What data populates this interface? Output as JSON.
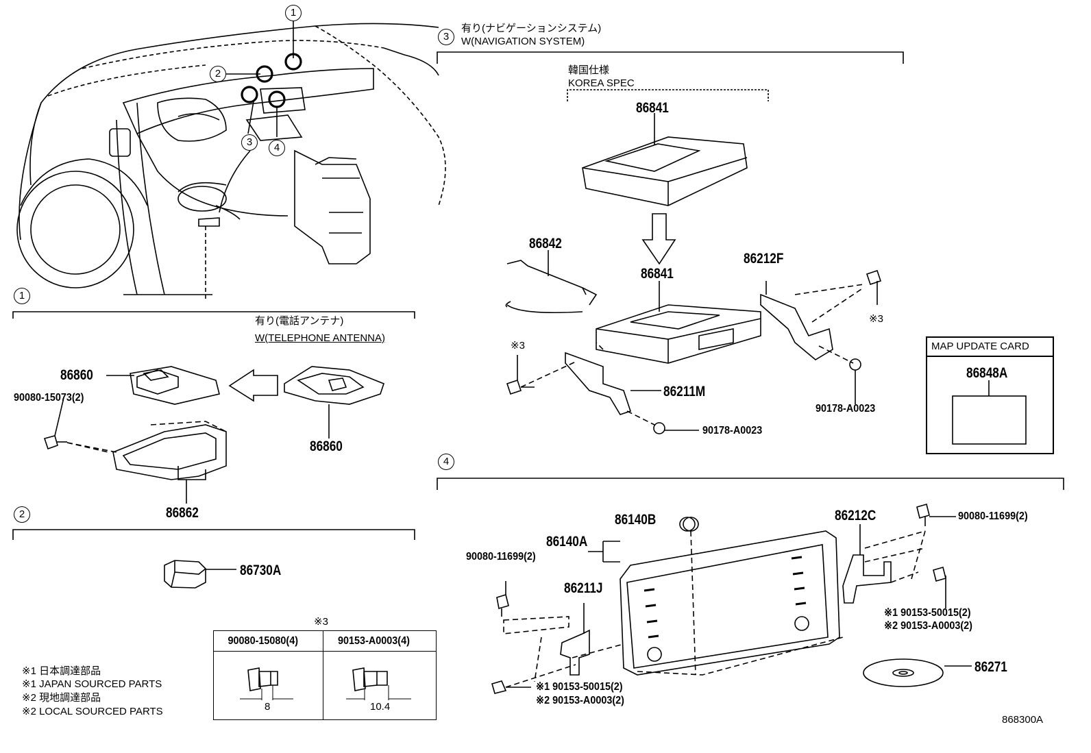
{
  "callouts": {
    "c1": "1",
    "c2": "2",
    "c3": "3",
    "c4": "4"
  },
  "section1": {
    "condition_jp": "有り(電話アンテナ)",
    "condition_en": "W(TELEPHONE ANTENNA)",
    "parts": [
      "86860",
      "90080-15073(2)",
      "86860",
      "86862"
    ]
  },
  "section2": {
    "parts": [
      "86730A"
    ]
  },
  "section3": {
    "condition_jp": "有り(ナビゲーションシステム)",
    "condition_en": "W(NAVIGATION SYSTEM)",
    "spec_jp": "韓国仕様",
    "spec_en": "KOREA SPEC",
    "parts": [
      "86841",
      "86842",
      "86841",
      "86212F",
      "※3",
      "※3",
      "86211M",
      "90178-A0023",
      "90178-A0023"
    ]
  },
  "map_card": {
    "title": "MAP UPDATE CARD",
    "part": "86848A"
  },
  "section4": {
    "parts": [
      "86140B",
      "86140A",
      "86212C",
      "90080-11699(2)",
      "90080-11699(2)",
      "86211J",
      "※1 90153-50015(2)",
      "※2 90153-A0003(2)",
      "※1 90153-50015(2)",
      "※2 90153-A0003(2)",
      "86271"
    ]
  },
  "note3_table": {
    "marker": "※3",
    "col1": "90080-15080(4)",
    "col2": "90153-A0003(4)",
    "dim1": "8",
    "dim2": "10.4"
  },
  "legend": [
    "※1 日本調達部品",
    "※1 JAPAN SOURCED PARTS",
    "※2 現地調達部品",
    "※2 LOCAL SOURCED PARTS"
  ],
  "diagram_code": "868300A"
}
